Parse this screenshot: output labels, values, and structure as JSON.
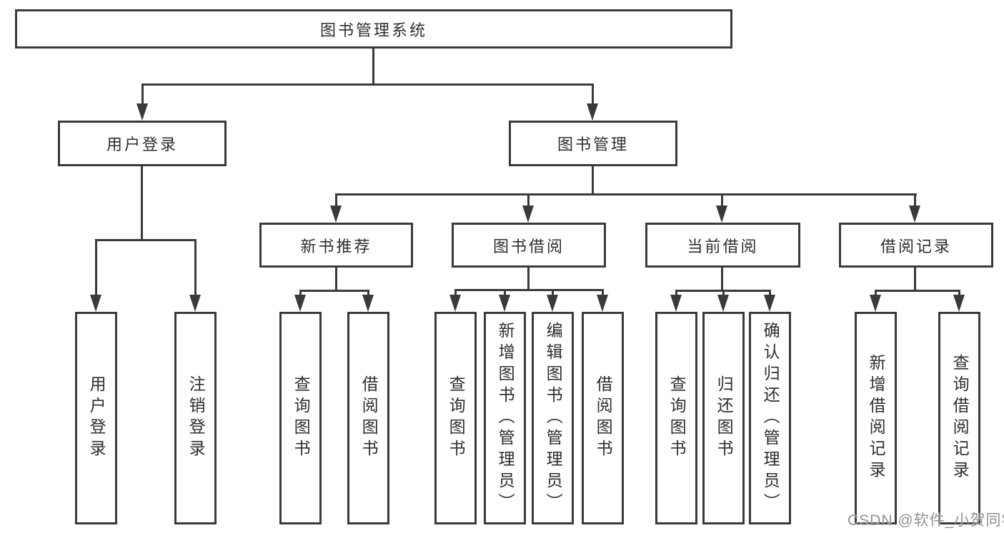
{
  "tree": {
    "label": "图书管理系统",
    "children": [
      {
        "label": "用户登录",
        "children": [
          {
            "label": "用户登录"
          },
          {
            "label": "注销登录"
          }
        ]
      },
      {
        "label": "图书管理",
        "children": [
          {
            "label": "新书推荐",
            "children": [
              {
                "label": "查询图书"
              },
              {
                "label": "借阅图书"
              }
            ]
          },
          {
            "label": "图书借阅",
            "children": [
              {
                "label": "查询图书"
              },
              {
                "label": "新增图书（管理员）"
              },
              {
                "label": "编辑图书（管理员）"
              },
              {
                "label": "借阅图书"
              }
            ]
          },
          {
            "label": "当前借阅",
            "children": [
              {
                "label": "查询图书"
              },
              {
                "label": "归还图书"
              },
              {
                "label": "确认归还（管理员）"
              }
            ]
          },
          {
            "label": "借阅记录",
            "children": [
              {
                "label": "新增借阅记录"
              },
              {
                "label": "查询借阅记录"
              }
            ]
          }
        ]
      }
    ]
  },
  "watermark": {
    "text": "CSDN @软件_小贺同学"
  },
  "colors": {
    "line": "#3a3a3a",
    "text": "#2e2e2e",
    "background": "#ffffff",
    "watermark": "#919191"
  }
}
